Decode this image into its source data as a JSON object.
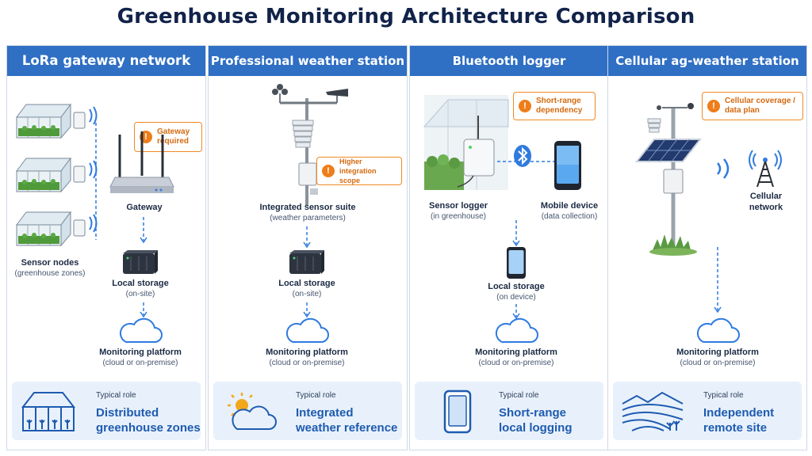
{
  "title": "Greenhouse Monitoring Architecture Comparison",
  "columns": [
    {
      "header": "LoRa gateway network",
      "warning": [
        "Gateway",
        "required"
      ],
      "sensor_label": "Sensor nodes",
      "sensor_sub": "(greenhouse zones)",
      "gateway_label": "Gateway",
      "storage_label": "Local storage",
      "storage_sub": "(on-site)",
      "platform_label": "Monitoring platform",
      "platform_sub": "(cloud or on-premise)",
      "role_small": "Typical role",
      "role_big": [
        "Distributed",
        "greenhouse zones"
      ]
    },
    {
      "header": "Professional weather station",
      "warning": [
        "Higher",
        "integration scope"
      ],
      "sensor_label": "Integrated sensor suite",
      "sensor_sub": "(weather parameters)",
      "storage_label": "Local storage",
      "storage_sub": "(on-site)",
      "platform_label": "Monitoring platform",
      "platform_sub": "(cloud or on-premise)",
      "role_small": "Typical role",
      "role_big": [
        "Integrated",
        "weather reference"
      ]
    },
    {
      "header": "Bluetooth logger",
      "warning": [
        "Short-range",
        "dependency"
      ],
      "sensor_label": "Sensor logger",
      "sensor_sub": "(in greenhouse)",
      "mobile_label": "Mobile device",
      "mobile_sub": "(data collection)",
      "storage_label": "Local storage",
      "storage_sub": "(on device)",
      "platform_label": "Monitoring platform",
      "platform_sub": "(cloud or on-premise)",
      "role_small": "Typical role",
      "role_big": [
        "Short-range",
        "local logging"
      ]
    },
    {
      "header": "Cellular ag-weather station",
      "warning": [
        "Cellular coverage /",
        "data plan"
      ],
      "network_label": "Cellular",
      "network_label2": "network",
      "platform_label": "Monitoring platform",
      "platform_sub": "(cloud or on-premise)",
      "role_small": "Typical role",
      "role_big": [
        "Independent",
        "remote site"
      ]
    }
  ],
  "colors": {
    "header": "#2f6fc4",
    "accent": "#2f7be0",
    "warning": "#ee7d1a",
    "role_bg": "#e8f1fb"
  }
}
